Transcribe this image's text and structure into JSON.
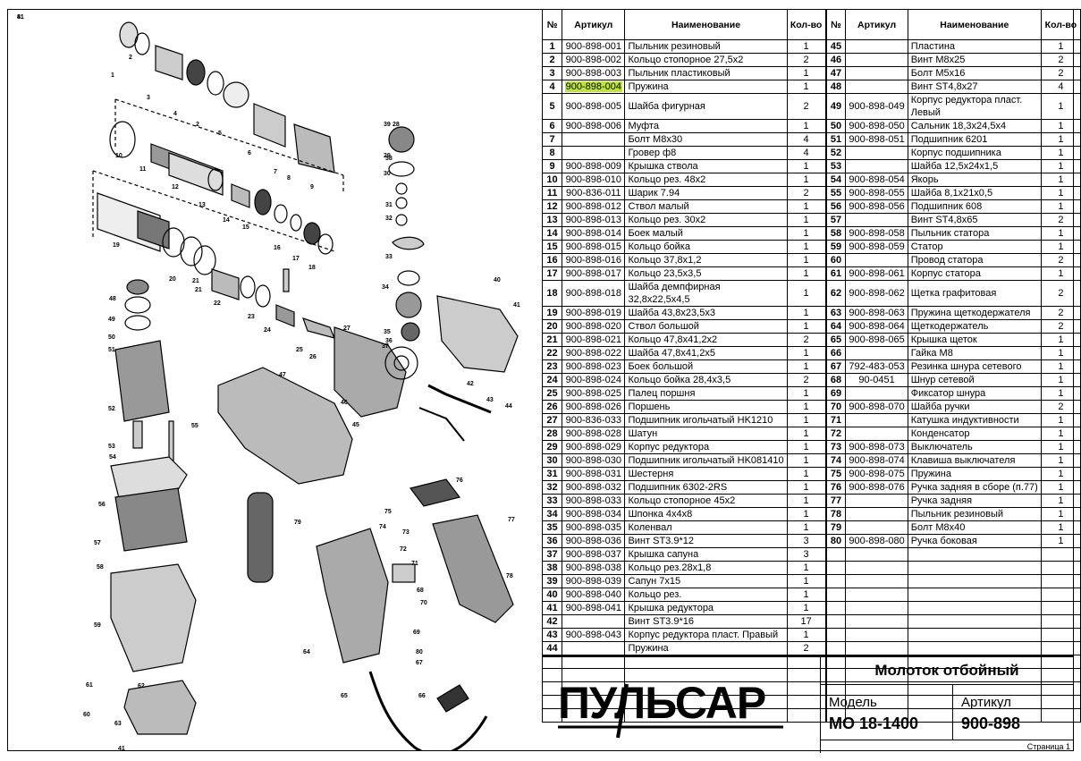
{
  "table": {
    "headers": {
      "num": "№",
      "article": "Артикул",
      "name": "Наименование",
      "qty": "Кол-во"
    },
    "left_rows": [
      {
        "num": "1",
        "art": "900-898-001",
        "name": "Пыльник резиновый",
        "qty": "1"
      },
      {
        "num": "2",
        "art": "900-898-002",
        "name": "Кольцо стопорное 27,5x2",
        "qty": "2"
      },
      {
        "num": "3",
        "art": "900-898-003",
        "name": "Пыльник пластиковый",
        "qty": "1"
      },
      {
        "num": "4",
        "art": "900-898-004",
        "name": "Пружина",
        "qty": "1",
        "highlight": true
      },
      {
        "num": "5",
        "art": "900-898-005",
        "name": "Шайба фигурная",
        "qty": "2"
      },
      {
        "num": "6",
        "art": "900-898-006",
        "name": "Муфта",
        "qty": "1"
      },
      {
        "num": "7",
        "art": "",
        "name": "Болт M8x30",
        "qty": "4"
      },
      {
        "num": "8",
        "art": "",
        "name": "Гровер ф8",
        "qty": "4"
      },
      {
        "num": "9",
        "art": "900-898-009",
        "name": "Крышка ствола",
        "qty": "1"
      },
      {
        "num": "10",
        "art": "900-898-010",
        "name": "Кольцо рез. 48x2",
        "qty": "1"
      },
      {
        "num": "11",
        "art": "900-836-011",
        "name": "Шарик 7.94",
        "qty": "2"
      },
      {
        "num": "12",
        "art": "900-898-012",
        "name": "Ствол малый",
        "qty": "1"
      },
      {
        "num": "13",
        "art": "900-898-013",
        "name": "Кольцо рез. 30x2",
        "qty": "1"
      },
      {
        "num": "14",
        "art": "900-898-014",
        "name": "Боек малый",
        "qty": "1"
      },
      {
        "num": "15",
        "art": "900-898-015",
        "name": "Кольцо бойка",
        "qty": "1"
      },
      {
        "num": "16",
        "art": "900-898-016",
        "name": "Кольцо 37,8x1,2",
        "qty": "1"
      },
      {
        "num": "17",
        "art": "900-898-017",
        "name": "Кольцо 23,5x3,5",
        "qty": "1"
      },
      {
        "num": "18",
        "art": "900-898-018",
        "name": "Шайба демпфирная 32,8x22,5x4,5",
        "qty": "1",
        "tall": true
      },
      {
        "num": "19",
        "art": "900-898-019",
        "name": "Шайба 43,8x23,5x3",
        "qty": "1"
      },
      {
        "num": "20",
        "art": "900-898-020",
        "name": "Ствол большой",
        "qty": "1"
      },
      {
        "num": "21",
        "art": "900-898-021",
        "name": "Кольцо 47,8x41,2x2",
        "qty": "2"
      },
      {
        "num": "22",
        "art": "900-898-022",
        "name": "Шайба 47,8x41,2x5",
        "qty": "1"
      },
      {
        "num": "23",
        "art": "900-898-023",
        "name": "Боек большой",
        "qty": "1"
      },
      {
        "num": "24",
        "art": "900-898-024",
        "name": "Кольцо бойка 28,4x3,5",
        "qty": "2"
      },
      {
        "num": "25",
        "art": "900-898-025",
        "name": "Палец поршня",
        "qty": "1"
      },
      {
        "num": "26",
        "art": "900-898-026",
        "name": "Поршень",
        "qty": "1"
      },
      {
        "num": "27",
        "art": "900-836-033",
        "name": "Подшипник игольчатый HK1210",
        "qty": "1"
      },
      {
        "num": "28",
        "art": "900-898-028",
        "name": "Шатун",
        "qty": "1"
      },
      {
        "num": "29",
        "art": "900-898-029",
        "name": "Корпус редуктора",
        "qty": "1"
      },
      {
        "num": "30",
        "art": "900-898-030",
        "name": "Подшипник игольчатый HK081410",
        "qty": "1"
      },
      {
        "num": "31",
        "art": "900-898-031",
        "name": "Шестерня",
        "qty": "1"
      },
      {
        "num": "32",
        "art": "900-898-032",
        "name": "Подшипник 6302-2RS",
        "qty": "1"
      },
      {
        "num": "33",
        "art": "900-898-033",
        "name": "Кольцо стопорное 45x2",
        "qty": "1"
      },
      {
        "num": "34",
        "art": "900-898-034",
        "name": "Шпонка 4x4x8",
        "qty": "1"
      },
      {
        "num": "35",
        "art": "900-898-035",
        "name": "Коленвал",
        "qty": "1"
      },
      {
        "num": "36",
        "art": "900-898-036",
        "name": "Винт ST3.9*12",
        "qty": "3"
      },
      {
        "num": "37",
        "art": "900-898-037",
        "name": "Крышка сапуна",
        "qty": "3"
      },
      {
        "num": "38",
        "art": "900-898-038",
        "name": "Кольцо рез.28x1,8",
        "qty": "1"
      },
      {
        "num": "39",
        "art": "900-898-039",
        "name": "Сапун 7x15",
        "qty": "1"
      },
      {
        "num": "40",
        "art": "900-898-040",
        "name": "Кольцо рез.",
        "qty": "1"
      },
      {
        "num": "41",
        "art": "900-898-041",
        "name": "Крышка редуктора",
        "qty": "1"
      },
      {
        "num": "42",
        "art": "",
        "name": "Винт ST3.9*16",
        "qty": "17"
      },
      {
        "num": "43",
        "art": "900-898-043",
        "name": "Корпус редуктора пласт. Правый",
        "qty": "1"
      },
      {
        "num": "44",
        "art": "",
        "name": "Пружина",
        "qty": "2"
      }
    ],
    "right_rows": [
      {
        "num": "45",
        "art": "",
        "name": "Пластина",
        "qty": "1"
      },
      {
        "num": "46",
        "art": "",
        "name": "Винт M8x25",
        "qty": "2"
      },
      {
        "num": "47",
        "art": "",
        "name": "Болт M5x16",
        "qty": "2"
      },
      {
        "num": "48",
        "art": "",
        "name": "Винт ST4,8x27",
        "qty": "4"
      },
      {
        "num": "49",
        "art": "900-898-049",
        "name": "Корпус редуктора пласт. Левый",
        "qty": "1",
        "tall": true
      },
      {
        "num": "50",
        "art": "900-898-050",
        "name": "Сальник 18,3x24,5x4",
        "qty": "1"
      },
      {
        "num": "51",
        "art": "900-898-051",
        "name": "Подшипник 6201",
        "qty": "1"
      },
      {
        "num": "52",
        "art": "",
        "name": "Корпус подшипника",
        "qty": "1"
      },
      {
        "num": "53",
        "art": "",
        "name": "Шайба 12,5x24x1,5",
        "qty": "1"
      },
      {
        "num": "54",
        "art": "900-898-054",
        "name": "Якорь",
        "qty": "1"
      },
      {
        "num": "55",
        "art": "900-898-055",
        "name": "Шайба 8,1x21x0,5",
        "qty": "1"
      },
      {
        "num": "56",
        "art": "900-898-056",
        "name": "Подшипник 608",
        "qty": "1"
      },
      {
        "num": "57",
        "art": "",
        "name": "Винт ST4,8x65",
        "qty": "2"
      },
      {
        "num": "58",
        "art": "900-898-058",
        "name": "Пыльник статора",
        "qty": "1"
      },
      {
        "num": "59",
        "art": "900-898-059",
        "name": "Статор",
        "qty": "1"
      },
      {
        "num": "60",
        "art": "",
        "name": "Провод статора",
        "qty": "2"
      },
      {
        "num": "61",
        "art": "900-898-061",
        "name": "Корпус статора",
        "qty": "1"
      },
      {
        "num": "62",
        "art": "900-898-062",
        "name": "Щетка графитовая",
        "qty": "2"
      },
      {
        "num": "63",
        "art": "900-898-063",
        "name": "Пружина щеткодержателя",
        "qty": "2"
      },
      {
        "num": "64",
        "art": "900-898-064",
        "name": "Щеткодержатель",
        "qty": "2"
      },
      {
        "num": "65",
        "art": "900-898-065",
        "name": "Крышка щеток",
        "qty": "1"
      },
      {
        "num": "66",
        "art": "",
        "name": "Гайка M8",
        "qty": "1"
      },
      {
        "num": "67",
        "art": "792-483-053",
        "name": "Резинка шнура сетевого",
        "qty": "1"
      },
      {
        "num": "68",
        "art": "90-0451",
        "name": "Шнур сетевой",
        "qty": "1"
      },
      {
        "num": "69",
        "art": "",
        "name": "Фиксатор шнура",
        "qty": "1"
      },
      {
        "num": "70",
        "art": "900-898-070",
        "name": "Шайба ручки",
        "qty": "2"
      },
      {
        "num": "71",
        "art": "",
        "name": "Катушка индуктивности",
        "qty": "1"
      },
      {
        "num": "72",
        "art": "",
        "name": "Конденсатор",
        "qty": "1"
      },
      {
        "num": "73",
        "art": "900-898-073",
        "name": "Выключатель",
        "qty": "1"
      },
      {
        "num": "74",
        "art": "900-898-074",
        "name": "Клавиша выключателя",
        "qty": "1"
      },
      {
        "num": "75",
        "art": "900-898-075",
        "name": "Пружина",
        "qty": "1"
      },
      {
        "num": "76",
        "art": "900-898-076",
        "name": "Ручка задняя в сборе (п.77)",
        "qty": "1"
      },
      {
        "num": "77",
        "art": "",
        "name": "Ручка задняя",
        "qty": "1"
      },
      {
        "num": "78",
        "art": "",
        "name": "Пыльник резиновый",
        "qty": "1"
      },
      {
        "num": "79",
        "art": "",
        "name": "Болт M8x40",
        "qty": "1"
      },
      {
        "num": "80",
        "art": "900-898-080",
        "name": "Ручка боковая",
        "qty": "1"
      }
    ]
  },
  "title_block": {
    "brand": "ПУЛЬСАР",
    "product_name": "Молоток отбойный",
    "model_label": "Модель",
    "model_value": "MO 18-1400",
    "article_label": "Артикул",
    "article_value": "900-898",
    "page": "Страница 1"
  },
  "callouts": [
    "1",
    "2",
    "3",
    "4",
    "2",
    "5",
    "6",
    "7",
    "8",
    "9",
    "10",
    "11",
    "12",
    "13",
    "14",
    "15",
    "16",
    "17",
    "18",
    "19",
    "20",
    "21",
    "22",
    "21",
    "23",
    "24",
    "25",
    "26",
    "27",
    "28",
    "29",
    "30",
    "31",
    "32",
    "33",
    "34",
    "35",
    "36",
    "37",
    "38",
    "39",
    "40",
    "41",
    "42",
    "43",
    "44",
    "45",
    "46",
    "47",
    "48",
    "49",
    "50",
    "51",
    "52",
    "53",
    "54",
    "55",
    "56",
    "57",
    "58",
    "59",
    "60",
    "61",
    "62",
    "63",
    "64",
    "65",
    "66",
    "67",
    "68",
    "69",
    "70",
    "71",
    "72",
    "73",
    "74",
    "75",
    "76",
    "77",
    "78",
    "79",
    "80",
    "41",
    "81",
    "41"
  ]
}
